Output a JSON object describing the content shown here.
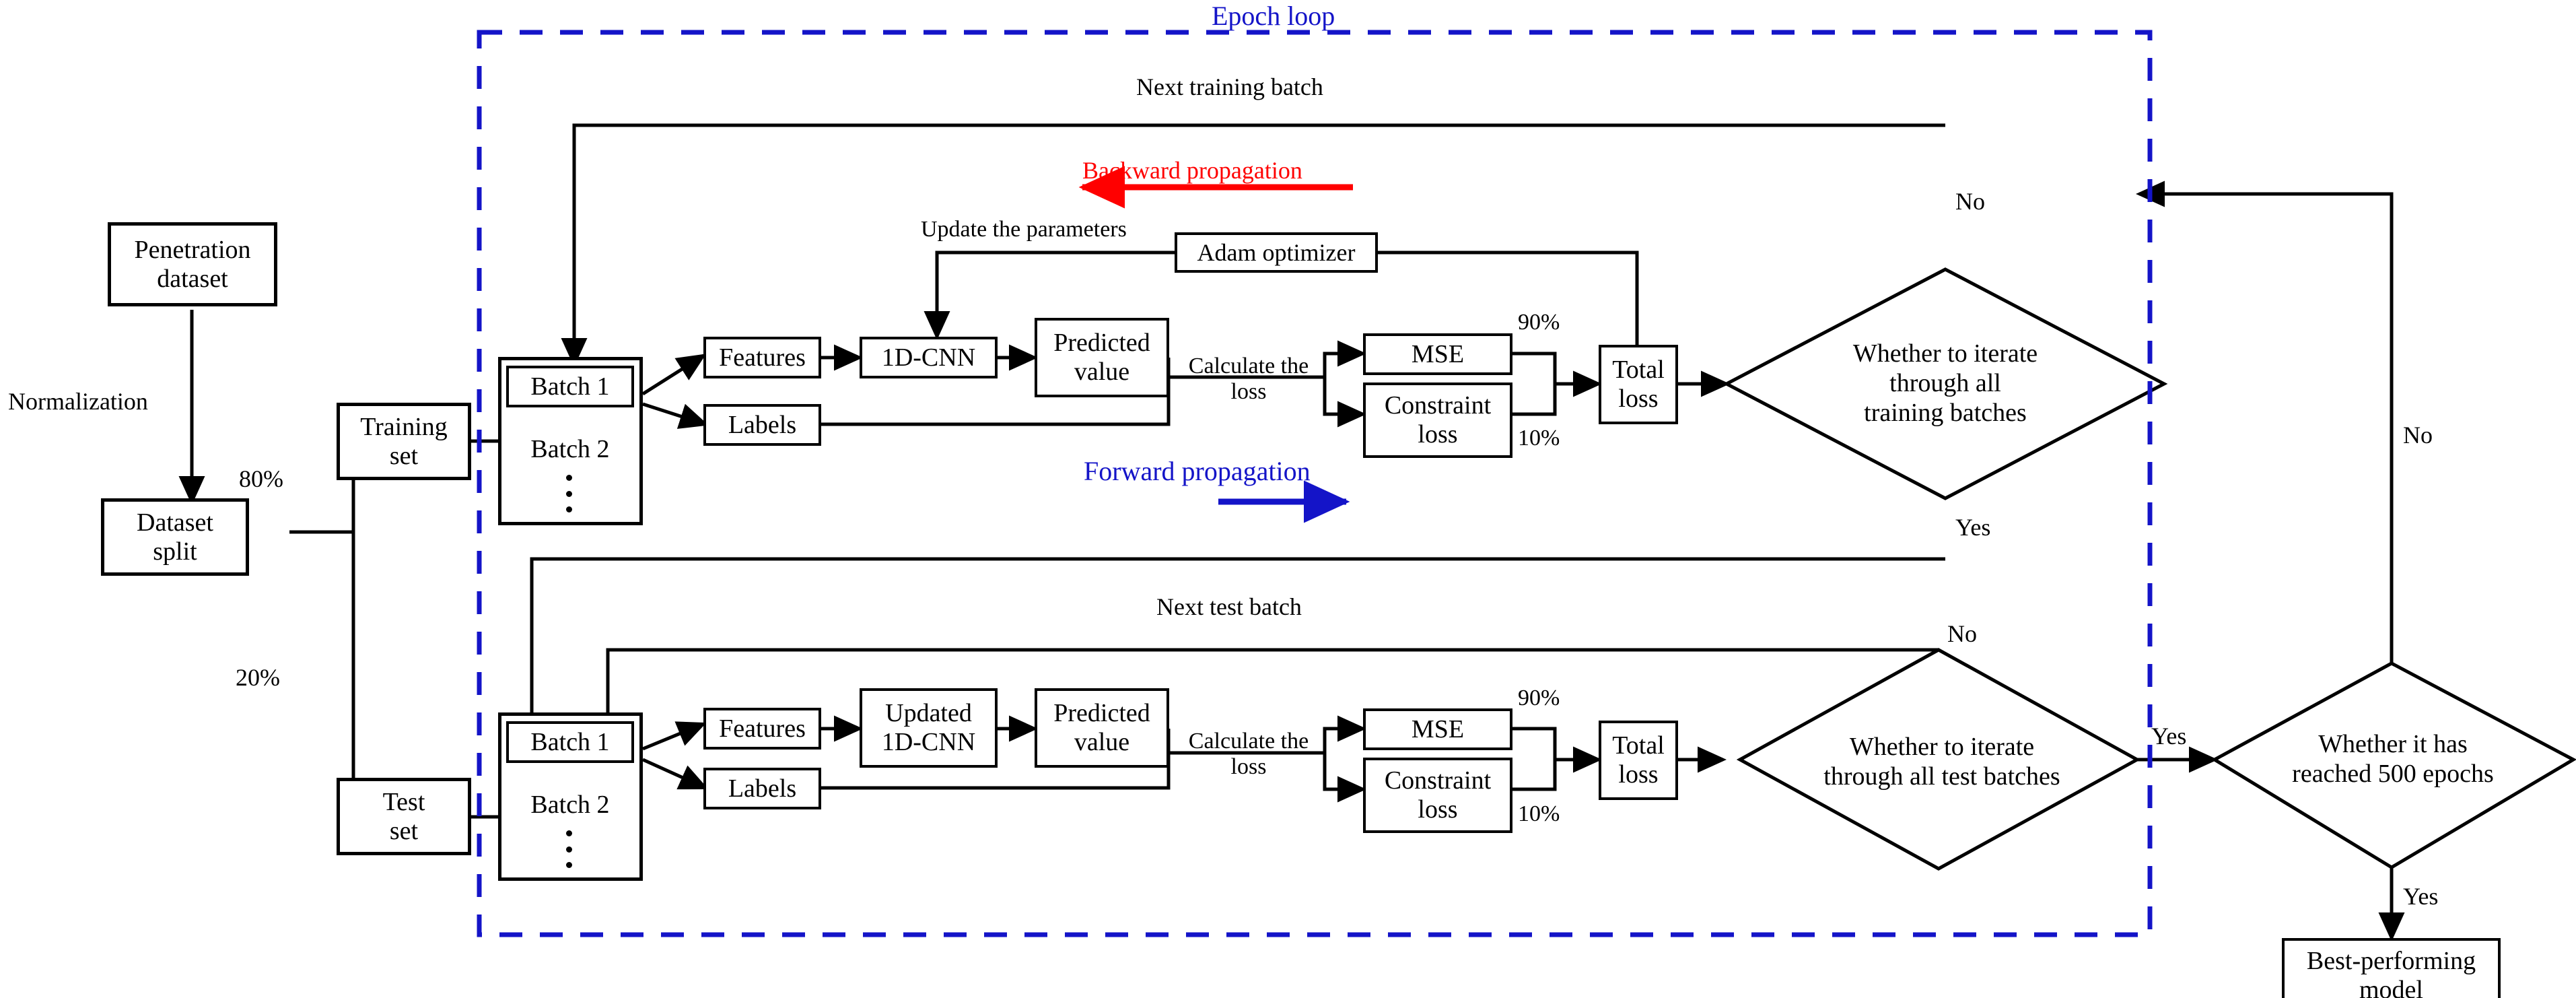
{
  "figure": {
    "type": "flowchart",
    "title_label": "Epoch loop",
    "colors": {
      "epoch_loop_border": "#1414c8",
      "epoch_loop_text": "#1414c8",
      "forward_propagation": "#1414c8",
      "backward_propagation": "#ff0000",
      "node_border": "#000000",
      "background": "#ffffff"
    }
  },
  "preprocessing": {
    "penetration_dataset": "Penetration\ndataset",
    "normalization_label": "Normalization",
    "dataset_split": "Dataset\nsplit",
    "split_train_pct": "80%",
    "split_test_pct": "20%",
    "training_set": "Training\nset",
    "test_set": "Test\nset"
  },
  "epoch_loop": {
    "label": "Epoch loop"
  },
  "train_branch": {
    "next_batch_label": "Next training batch",
    "backward_propagation": "Backward propagation",
    "forward_propagation": "Forward propagation",
    "update_parameters_label": "Update the parameters",
    "optimizer": "Adam optimizer",
    "batch_1": "Batch 1",
    "batch_2": "Batch 2",
    "features": "Features",
    "labels": "Labels",
    "model": "1D-CNN",
    "predicted_value": "Predicted\nvalue",
    "calculate_loss_label": "Calculate the\nloss",
    "mse": "MSE",
    "mse_weight": "90%",
    "constraint_loss": "Constraint\nloss",
    "constraint_weight": "10%",
    "total_loss": "Total\nloss",
    "decision": "Whether to iterate\nthrough all\ntraining batches",
    "decision_no": "No",
    "decision_yes": "Yes"
  },
  "test_branch": {
    "next_batch_label": "Next test batch",
    "batch_1": "Batch 1",
    "batch_2": "Batch 2",
    "features": "Features",
    "labels": "Labels",
    "model": "Updated\n1D-CNN",
    "predicted_value": "Predicted\nvalue",
    "calculate_loss_label": "Calculate the\nloss",
    "mse": "MSE",
    "mse_weight": "90%",
    "constraint_loss": "Constraint\nloss",
    "constraint_weight": "10%",
    "total_loss": "Total\nloss",
    "decision": "Whether to iterate\nthrough all test batches",
    "decision_no": "No",
    "decision_yes": "Yes"
  },
  "epoch_decision": {
    "decision": "Whether it has\nreached 500 epochs",
    "decision_no": "No",
    "decision_yes": "Yes",
    "output": "Best-performing\nmodel"
  }
}
